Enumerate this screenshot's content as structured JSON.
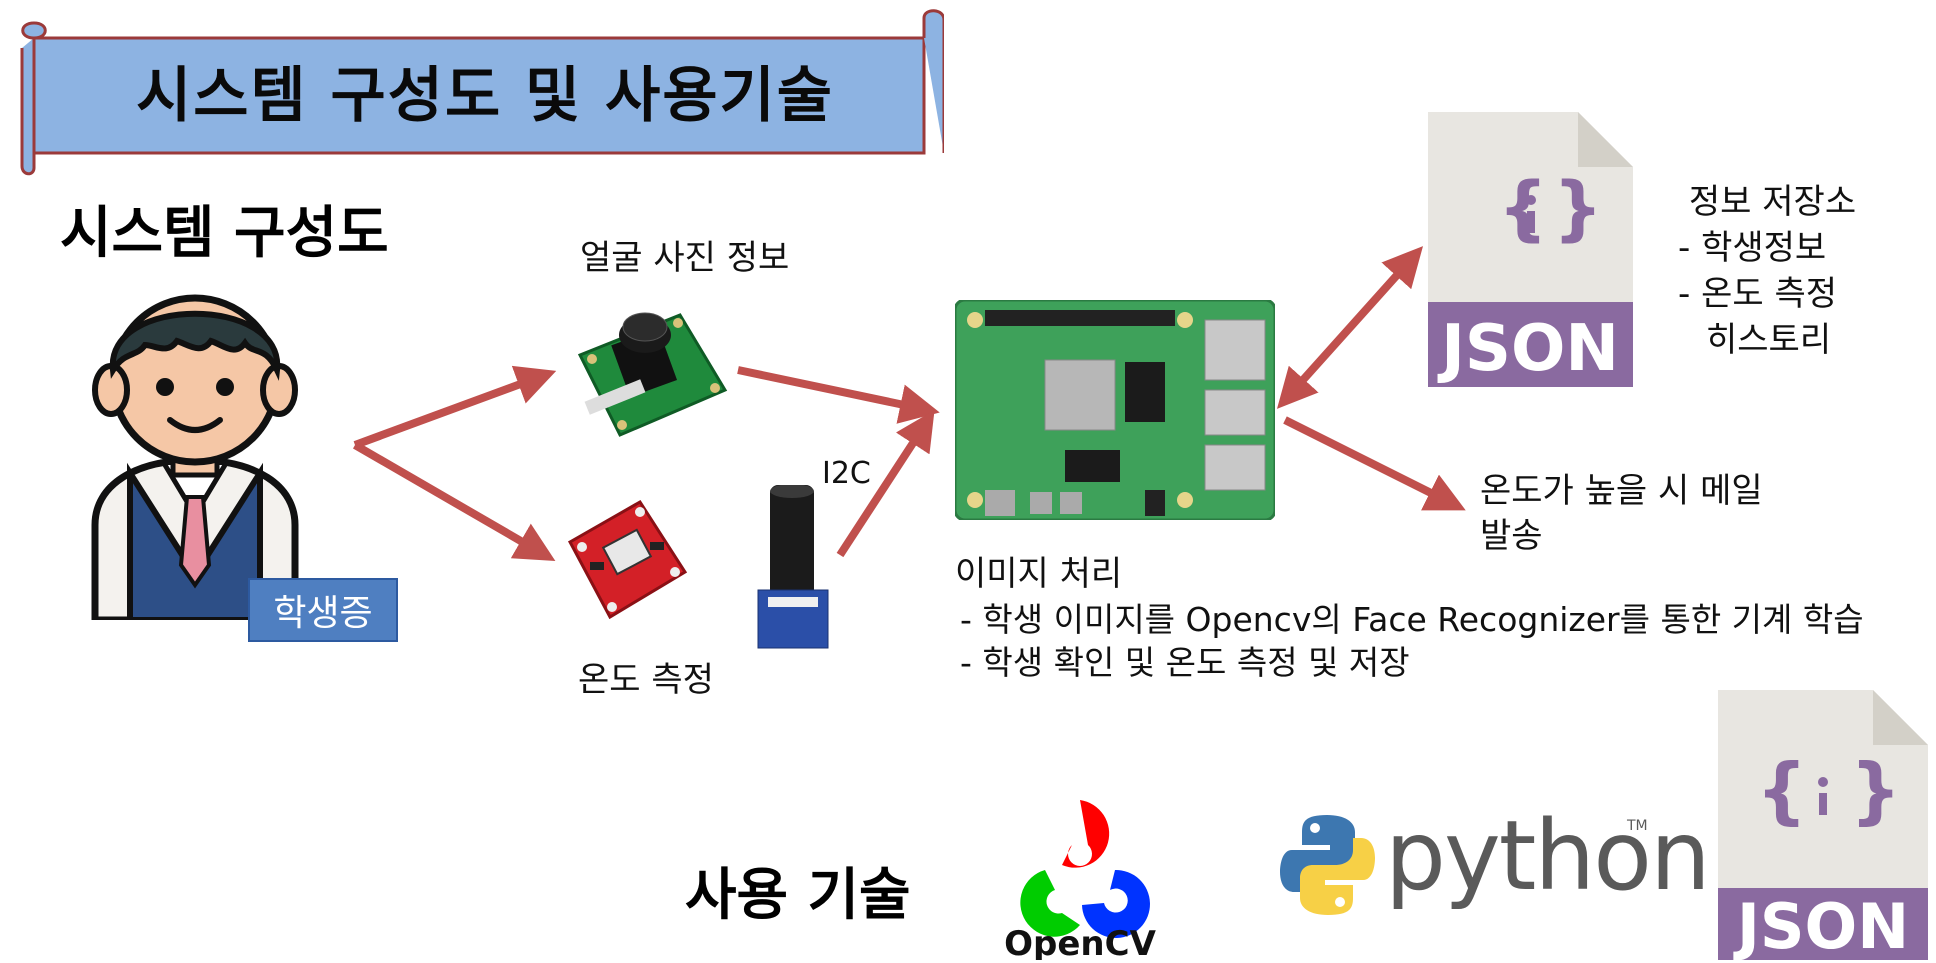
{
  "title": "시스템 구성도 및 사용기술",
  "system_heading": "시스템 구성도",
  "student": {
    "badge": "학생증"
  },
  "camera": {
    "label": "얼굴 사진 정보"
  },
  "sensor": {
    "label": "온도 측정",
    "interface_label": "I2C"
  },
  "processing": {
    "title": "이미지 처리",
    "lines": [
      "- 학생 이미지를 Opencv의 Face Recognizer를 통한 기계 학습",
      "- 학생 확인 및 온도 측정 및 저장"
    ]
  },
  "storage": {
    "icon_label": "JSON",
    "lines": [
      "정보 저장소",
      "- 학생정보",
      "- 온도 측정",
      "히스토리"
    ]
  },
  "alert": {
    "lines": [
      "온도가 높을 시 메일",
      "발송"
    ]
  },
  "tech": {
    "heading": "사용 기술",
    "opencv_label": "OpenCV",
    "python_label": "python",
    "python_tm": "TM",
    "json_label": "JSON"
  },
  "colors": {
    "banner": "#8db3e2",
    "banner_border": "#9b3a3a",
    "arrow": "#c0504d",
    "json_purple": "#8a6aa0",
    "json_page": "#e8e6e1"
  }
}
